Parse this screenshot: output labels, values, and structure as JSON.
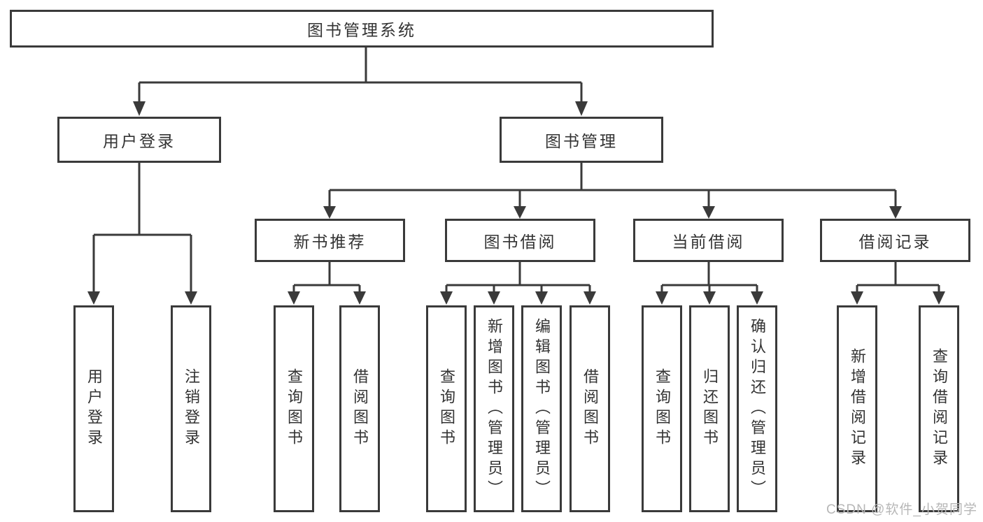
{
  "tree": {
    "label": "图书管理系统",
    "children": [
      {
        "label": "用户登录",
        "children": [
          {
            "label": "用户登录"
          },
          {
            "label": "注销登录"
          }
        ]
      },
      {
        "label": "图书管理",
        "children": [
          {
            "label": "新书推荐",
            "children": [
              {
                "label": "查询图书"
              },
              {
                "label": "借阅图书"
              }
            ]
          },
          {
            "label": "图书借阅",
            "children": [
              {
                "label": "查询图书"
              },
              {
                "label": "新增图书（管理员）"
              },
              {
                "label": "编辑图书（管理员）"
              },
              {
                "label": "借阅图书"
              }
            ]
          },
          {
            "label": "当前借阅",
            "children": [
              {
                "label": "查询图书"
              },
              {
                "label": "归还图书"
              },
              {
                "label": "确认归还（管理员）"
              }
            ]
          },
          {
            "label": "借阅记录",
            "children": [
              {
                "label": "新增借阅记录"
              },
              {
                "label": "查询借阅记录"
              }
            ]
          }
        ]
      }
    ]
  },
  "watermark": {
    "text": "CSDN @软件_小贺同学"
  },
  "colors": {
    "line": "#3a3a3a",
    "text": "#333333",
    "box_fill": "#ffffff",
    "watermark": "#b7b7b7"
  }
}
